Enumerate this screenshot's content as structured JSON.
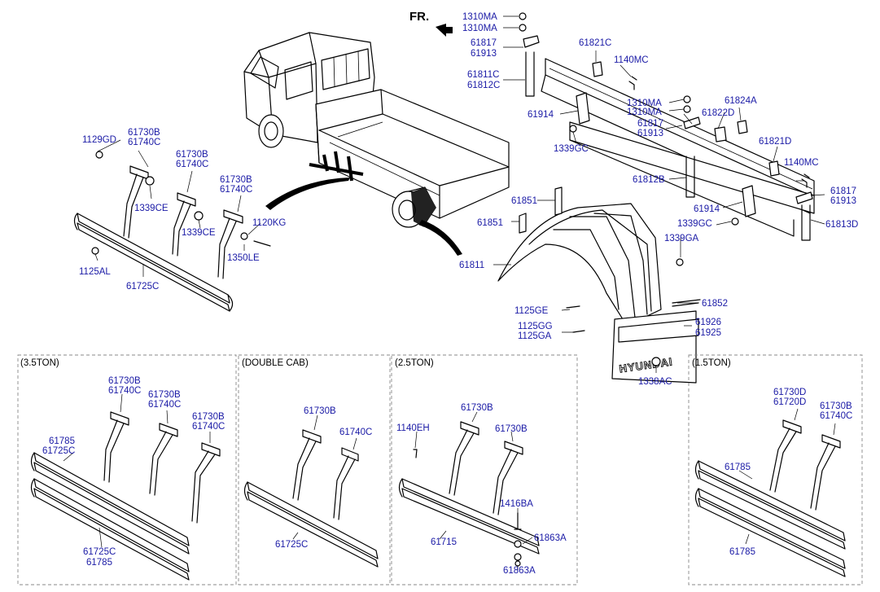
{
  "orientation": {
    "label": "FR."
  },
  "logo_text": "HYUNDAI",
  "parts": [
    "1310MA",
    "1310MA",
    "61817",
    "61913",
    "61811C",
    "61812C",
    "61821C",
    "1140MC",
    "1310MA",
    "1310MA",
    "61824A",
    "61914",
    "61817",
    "61913",
    "61822D",
    "1339GC",
    "61821D",
    "61812B",
    "1140MC",
    "61817",
    "61913",
    "61914",
    "1339GC",
    "61813D",
    "61851",
    "61851",
    "1339GA",
    "61811",
    "61852",
    "1125GE",
    "1125GG",
    "1125GA",
    "61926",
    "61925",
    "1338AC",
    "1129GD",
    "61730B",
    "61740C",
    "61730B",
    "61740C",
    "61730B",
    "61740C",
    "1339CE",
    "1339CE",
    "1120KG",
    "1350LE",
    "1125AL",
    "61725C"
  ],
  "variants": [
    {
      "title": "(3.5TON)",
      "labels": [
        "61730B",
        "61740C",
        "61730B",
        "61740C",
        "61730B",
        "61740C",
        "61785",
        "61725C",
        "61725C",
        "61785"
      ]
    },
    {
      "title": "(DOUBLE CAB)",
      "labels": [
        "61730B",
        "61740C",
        "61725C"
      ]
    },
    {
      "title": "(2.5TON)",
      "labels": [
        "61730B",
        "1140EH",
        "61730B",
        "1416BA",
        "61715",
        "61863A",
        "61863A"
      ]
    },
    {
      "title": "(1.5TON)",
      "labels": [
        "61730D",
        "61720D",
        "61730B",
        "61740C",
        "61785",
        "61785"
      ]
    }
  ]
}
